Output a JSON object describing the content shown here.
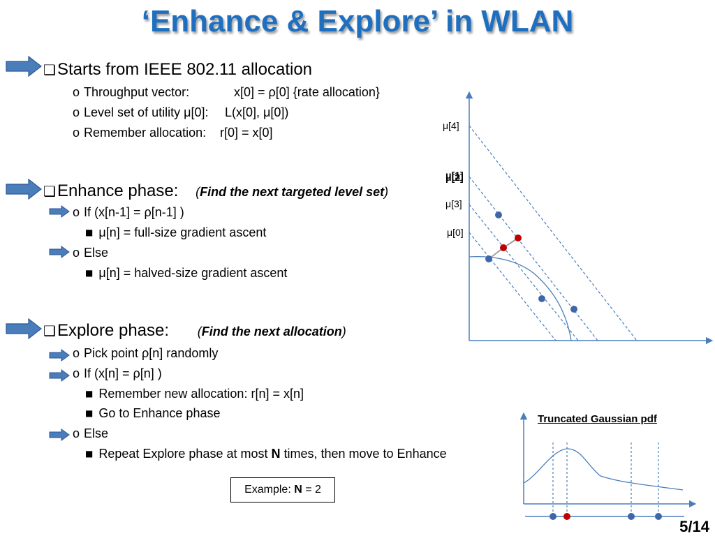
{
  "slide": {
    "title": "‘Enhance & Explore’ in WLAN",
    "page_number": "5/14"
  },
  "section1": {
    "heading": "Starts from IEEE 802.11 allocation",
    "items": [
      {
        "label": "Throughput vector:",
        "value": "x[0]  = ρ[0]   {rate allocation}"
      },
      {
        "label": "Level set of utility μ[0]:",
        "value": "L(x[0], μ[0])"
      },
      {
        "label": "Remember allocation:",
        "value": "r[0]  = x[0]"
      }
    ]
  },
  "section2": {
    "heading": "Enhance phase:",
    "hint_open": "(",
    "hint": "Find the next targeted level set",
    "hint_close": ")",
    "if_line": "If (x[n-1]  = ρ[n-1] )",
    "if_sub": "μ[n] = full-size gradient ascent",
    "else_line": "Else",
    "else_sub": "μ[n] = halved-size gradient ascent"
  },
  "section3": {
    "heading": "Explore phase:",
    "hint_open": "(",
    "hint": "Find the next allocation",
    "hint_close": ")",
    "pick_line": "Pick point ρ[n] randomly",
    "if_line": "If (x[n]  = ρ[n] )",
    "if_sub1": "Remember new allocation: r[n]  = x[n]",
    "if_sub2": "Go to Enhance phase",
    "else_line": "Else",
    "else_sub_pre": "Repeat Explore phase at most ",
    "else_sub_bold": "N",
    "else_sub_post": " times, then move to Enhance"
  },
  "example": {
    "pre": "Example: ",
    "bold": "N",
    "post": " = 2"
  },
  "level_plot": {
    "labels": [
      "μ[4]",
      "μ[1]",
      "μ[2]",
      "μ[3]",
      "μ[0]"
    ],
    "colors": {
      "axis": "#4a7ebb",
      "dashed": "#4a7ebb",
      "point_blue": "#3d67a8",
      "point_red": "#c00000"
    }
  },
  "pdf_plot": {
    "title": "Truncated Gaussian pdf"
  },
  "colors": {
    "title": "#1f6fc0",
    "arrow_fill": "#4a7ebb",
    "arrow_stroke": "#2f5597"
  }
}
